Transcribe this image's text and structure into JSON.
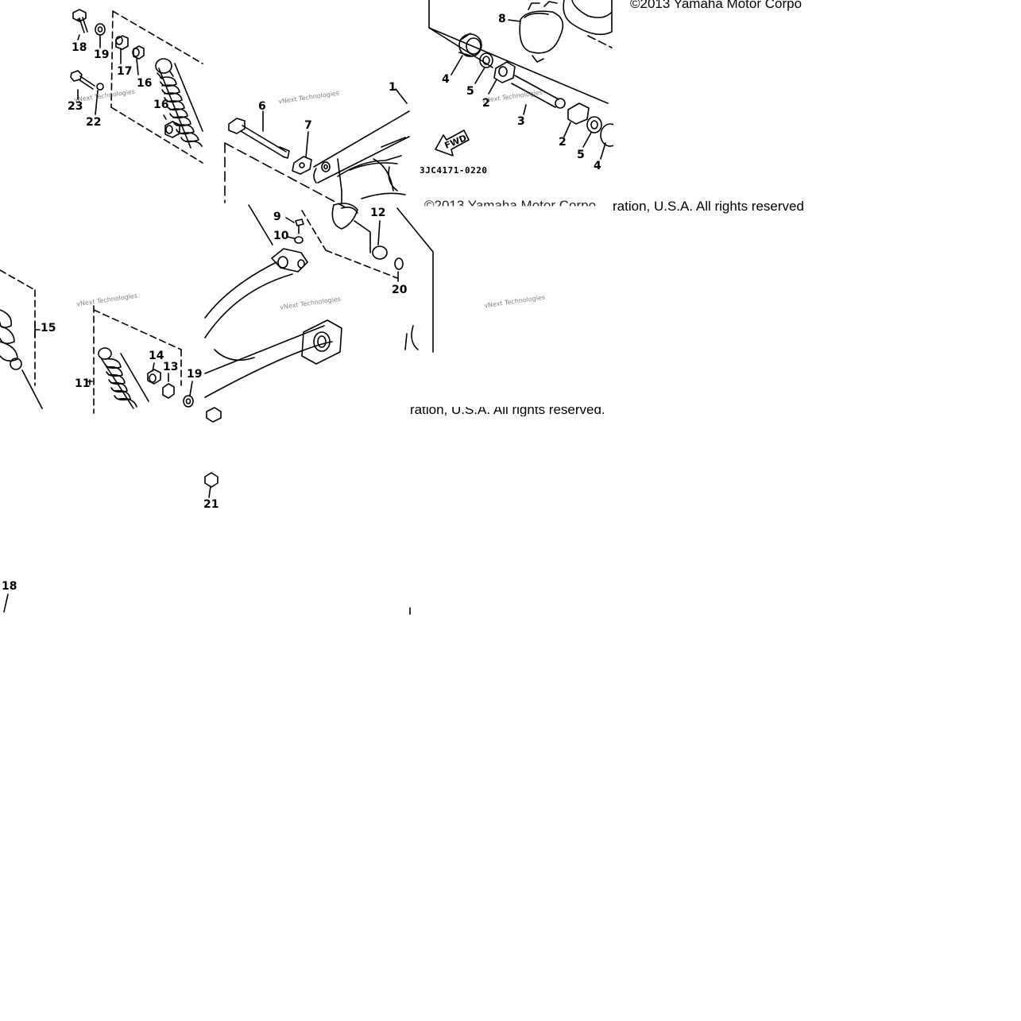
{
  "diagram": {
    "part_callouts": {
      "c1": "1",
      "c2a": "2",
      "c2b": "2",
      "c3": "3",
      "c4a": "4",
      "c4b": "4",
      "c5a": "5",
      "c5b": "5",
      "c6": "6",
      "c7": "7",
      "c8": "8",
      "c9": "9",
      "c10": "10",
      "c11": "11",
      "c12": "12",
      "c13": "13",
      "c14": "14",
      "c15": "15",
      "c16a": "16",
      "c16b": "16",
      "c17": "17",
      "c18a": "18",
      "c18b": "18",
      "c19a": "19",
      "c19b": "19",
      "c20": "20",
      "c21": "21",
      "c22": "22",
      "c23": "23"
    },
    "diagram_code": "3JC4171-0220",
    "fwd_label": "FWD",
    "copyright_top": "©2013 Yamaha Motor Corpo",
    "copyright_mid_a": "©2013 Yamaha Motor Corpo",
    "copyright_mid_b": "ration, U.S.A. All rights reserved",
    "copyright_low": "ration, U.S.A. All rights reserved.",
    "watermark": "vNext Technologies"
  }
}
